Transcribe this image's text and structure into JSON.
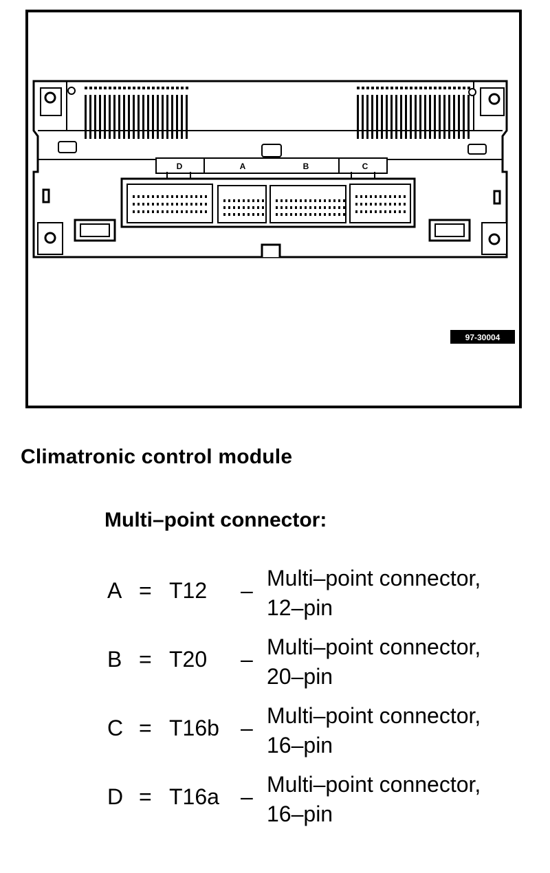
{
  "figure": {
    "connector_labels": [
      "D",
      "A",
      "B",
      "C"
    ],
    "reference_code": "97-30004"
  },
  "title": "Climatronic control module",
  "subtitle": "Multi–point connector:",
  "legend": [
    {
      "letter": "A",
      "equals": "=",
      "code": "T12",
      "dash": "–",
      "line1": "Multi–point connector,",
      "line2": "12–pin"
    },
    {
      "letter": "B",
      "equals": "=",
      "code": "T20",
      "dash": "–",
      "line1": "Multi–point connector,",
      "line2": "20–pin"
    },
    {
      "letter": "C",
      "equals": "=",
      "code": "T16b",
      "dash": "–",
      "line1": "Multi–point connector,",
      "line2": "16–pin"
    },
    {
      "letter": "D",
      "equals": "=",
      "code": "T16a",
      "dash": "–",
      "line1": "Multi–point connector,",
      "line2": "16–pin"
    }
  ]
}
